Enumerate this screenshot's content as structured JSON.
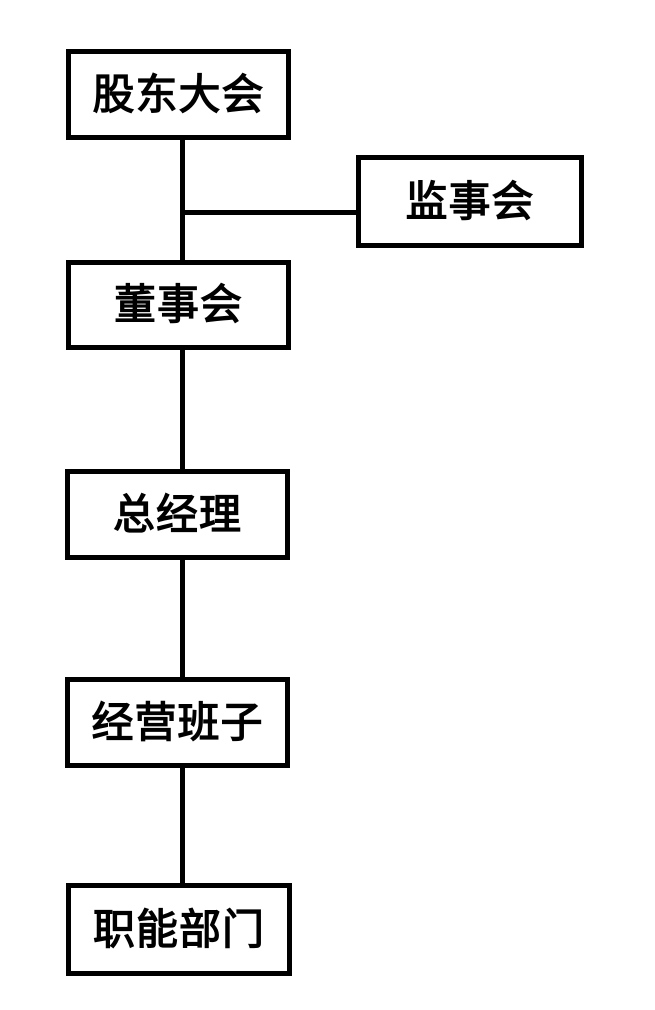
{
  "diagram": {
    "type": "org-chart",
    "background_color": "#ffffff",
    "line_color": "#000000",
    "text_color": "#000000",
    "nodes": [
      {
        "id": "shareholders-meeting",
        "label": "股东大会"
      },
      {
        "id": "supervisory-board",
        "label": "监事会"
      },
      {
        "id": "board-of-directors",
        "label": "董事会"
      },
      {
        "id": "general-manager",
        "label": "总经理"
      },
      {
        "id": "management-team",
        "label": "经营班子"
      },
      {
        "id": "functional-departments",
        "label": "职能部门"
      }
    ],
    "edges": [
      {
        "from": "shareholders-meeting",
        "to": "board-of-directors"
      },
      {
        "from": "shareholders-meeting",
        "to": "supervisory-board"
      },
      {
        "from": "board-of-directors",
        "to": "general-manager"
      },
      {
        "from": "general-manager",
        "to": "management-team"
      },
      {
        "from": "management-team",
        "to": "functional-departments"
      }
    ]
  }
}
